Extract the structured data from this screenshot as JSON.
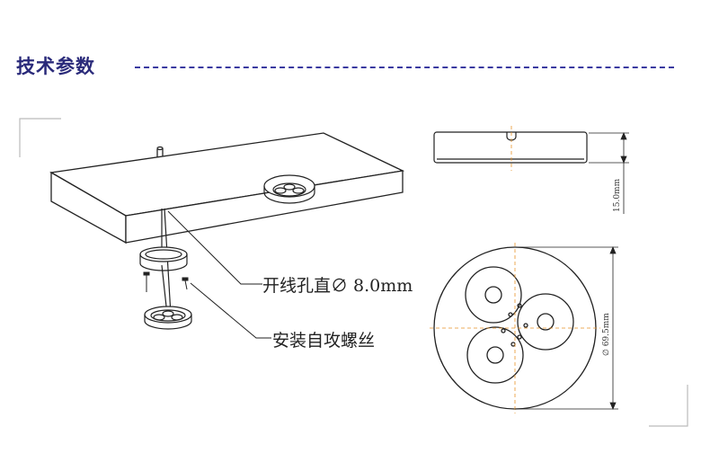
{
  "header": {
    "title": "技术参数"
  },
  "callouts": {
    "hole": "开线孔直∅ 8.0mm",
    "screw": "安装自攻螺丝"
  },
  "dimensions": {
    "height": "15.0mm",
    "diameter": "∅ 69.5mm"
  },
  "colors": {
    "title": "#2a2a7a",
    "accent": "#3a3aa0",
    "line": "#222222",
    "dim_line": "#e8942a"
  }
}
